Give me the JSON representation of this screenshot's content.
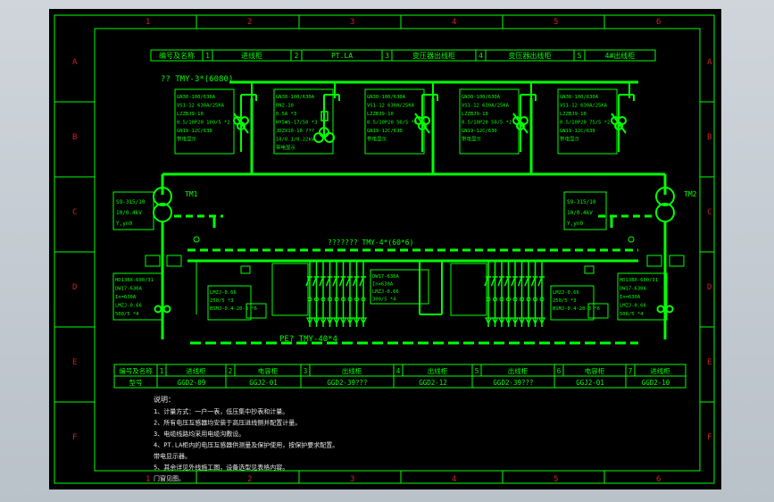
{
  "frame": {
    "columns": [
      "1",
      "2",
      "3",
      "4",
      "5",
      "6"
    ],
    "rows": [
      "A",
      "B",
      "C",
      "D",
      "E",
      "F"
    ]
  },
  "top_table": {
    "cells": [
      "编号及名称",
      "1",
      "进线柜",
      "2",
      "PT.LA",
      "3",
      "变压器出线柜",
      "4",
      "变压器出线柜",
      "5",
      "4#出线柜"
    ]
  },
  "hv_bus_label": "?? TMY-3*(6080)",
  "hv_panels": [
    {
      "lines": [
        "GN30-100/630A",
        "VS1-12 630A/25KA",
        "LZZBJ9-10",
        "0.5/10P20 100/5 *2",
        "GN19-12C/630",
        "带电显示"
      ]
    },
    {
      "lines": [
        "GN30-100/630A",
        "RN2-10",
        "0.5A *3",
        "HY5WS-17/50 *3",
        "JDZX10-10 ???",
        "10/0.1/0.22kV",
        "带电显示"
      ]
    },
    {
      "lines": [
        "GN30-100/630A",
        "VS1-12 630A/25KA",
        "LZZBJ9-10",
        "0.5/10P20 50/5 *2",
        "GN19-12C/630",
        "带电显示"
      ]
    },
    {
      "lines": [
        "GN30-100/630A",
        "VS1-12 630A/25KA",
        "LZZBJ9-10",
        "0.5/10P20 50/5 *2",
        "GN19-12C/630",
        "带电显示"
      ]
    },
    {
      "lines": [
        "GN30-100/630A",
        "VS1-12 630A/25KA",
        "LZZBJ9-10",
        "0.5/10P20 75/5 *2",
        "GN19-12C/630",
        "带电显示"
      ]
    }
  ],
  "transformers": {
    "tm1": {
      "name": "TM1",
      "specs": [
        "S9-315/10",
        "10/0.4kV",
        "Y,yn0"
      ]
    },
    "tm2": {
      "name": "TM2",
      "specs": [
        "S9-315/10",
        "10/0.4kV",
        "Y,yn0"
      ]
    }
  },
  "lv_bus_label": "??????? TMY-4*(60*6)",
  "pe_bus_label": "PE? TMY-40*4",
  "lv_panels": {
    "left_incomer": [
      "HD13BX-600/31",
      "DW17-630A",
      "In=630A",
      "LMZJ-0.66",
      "500/5 *4"
    ],
    "left_cap": [
      "LMZJ-0.66",
      "250/5 *3",
      "BSMJ-0.4-20-3 *6"
    ],
    "right_cap": [
      "DW17-630A",
      "In=630A",
      "LMZJ-0.66",
      "300/5 *4"
    ],
    "right_cap2": [
      "LMZJ-0.66",
      "250/5 *3",
      "BSMJ-0.4-20-3 *6"
    ],
    "right_incomer": [
      "HD13BX-600/31",
      "DW17-630A",
      "In=630A",
      "LMZJ-0.66",
      "500/5 *4"
    ]
  },
  "bottom_table": {
    "row1": [
      "编号及名称",
      "1",
      "进线柜",
      "2",
      "电容柜",
      "3",
      "出线柜",
      "4",
      "出线柜",
      "5",
      "出线柜",
      "6",
      "电容柜",
      "7",
      "进线柜"
    ],
    "row2": [
      "型号",
      "GGD2-09",
      "GGJ2-01",
      "GGD2-39???",
      "GGD2-12",
      "GGD2-39???",
      "GGJ2-01",
      "GGD2-10"
    ]
  },
  "notes": {
    "title": "说明：",
    "lines": [
      "1、计量方式：一户一表，低压集中抄表和计量。",
      "2、所有电压互感器均安装于高压进线侧并配置计量。",
      "3、电缆线路均采用电缆沟敷设。",
      "4、PT.LA柜内的电压互感器供测量及保护使用，按保护要求配置。",
      "    带电显示器。",
      "5、其余详见外线施工图，设备选型见表格内容。",
      "门窗见图。"
    ]
  }
}
